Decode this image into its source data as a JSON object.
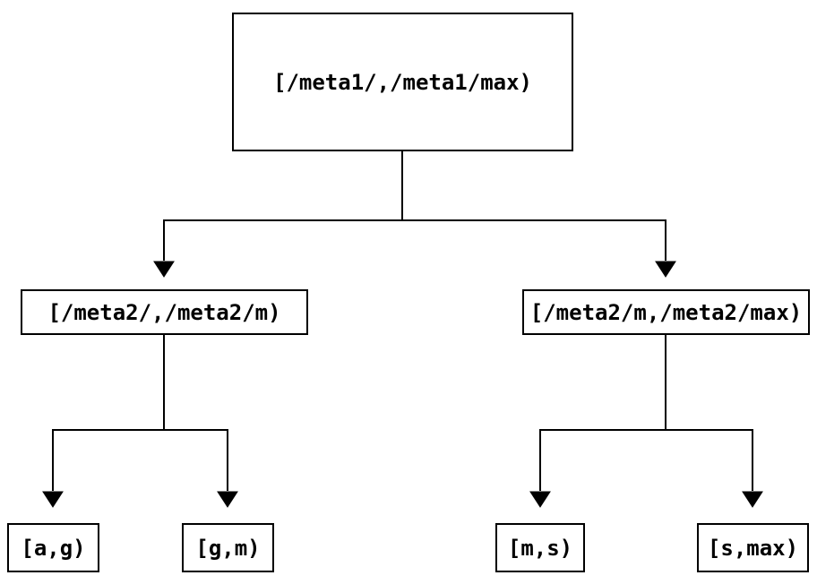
{
  "diagram": {
    "type": "tree",
    "title": "",
    "nodes": {
      "root": {
        "label": "[/meta1/,/meta1/max)"
      },
      "left": {
        "label": "[/meta2/,/meta2/m)"
      },
      "right": {
        "label": "[/meta2/m,/meta2/max)"
      },
      "leaf_ag": {
        "label": "[a,g)"
      },
      "leaf_gm": {
        "label": "[g,m)"
      },
      "leaf_ms": {
        "label": "[m,s)"
      },
      "leaf_smax": {
        "label": "[s,max)"
      }
    },
    "edges": [
      {
        "from": "root",
        "to": "left"
      },
      {
        "from": "root",
        "to": "right"
      },
      {
        "from": "left",
        "to": "leaf_ag"
      },
      {
        "from": "left",
        "to": "leaf_gm"
      },
      {
        "from": "right",
        "to": "leaf_ms"
      },
      {
        "from": "right",
        "to": "leaf_smax"
      }
    ],
    "colors": {
      "background": "#ffffff",
      "line": "#000000",
      "text": "#000000"
    }
  }
}
